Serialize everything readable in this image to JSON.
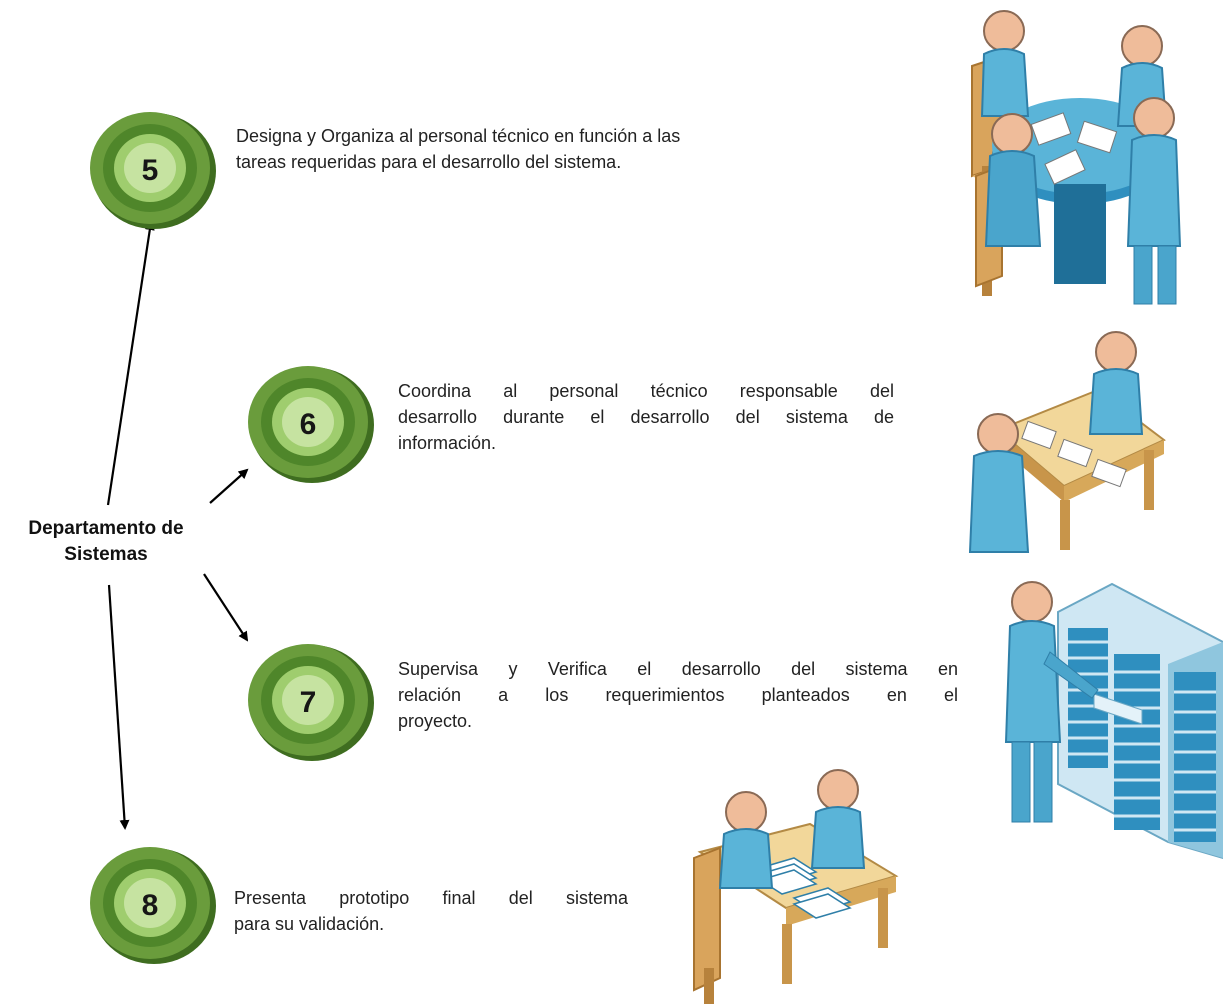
{
  "center": {
    "label_line1": "Departamento de",
    "label_line2": "Sistemas"
  },
  "steps": [
    {
      "number": "5",
      "line1": "Designa y Organiza al personal técnico en función a las",
      "line2": "tareas requeridas para el desarrollo del sistema.",
      "line3": ""
    },
    {
      "number": "6",
      "line1": "Coordina al personal técnico responsable del",
      "line2": "desarrollo durante el desarrollo del sistema de",
      "line3": "información."
    },
    {
      "number": "7",
      "line1": "Supervisa y Verifica el desarrollo del sistema en",
      "line2": "relación a los requerimientos planteados en el",
      "line3": "proyecto."
    },
    {
      "number": "8",
      "line1": "Presenta prototipo final del sistema",
      "line2": "para su validación.",
      "line3": ""
    }
  ],
  "illustrations": [
    "meeting-table-illustration",
    "desk-collaboration-illustration",
    "server-rack-illustration",
    "desk-documents-illustration"
  ],
  "colors": {
    "badge_dark": "#4f7f2a",
    "badge_mid": "#8dbb5c",
    "badge_light": "#c6e3a1",
    "person": "#5ab4d8",
    "furniture": "#d9a45c"
  }
}
